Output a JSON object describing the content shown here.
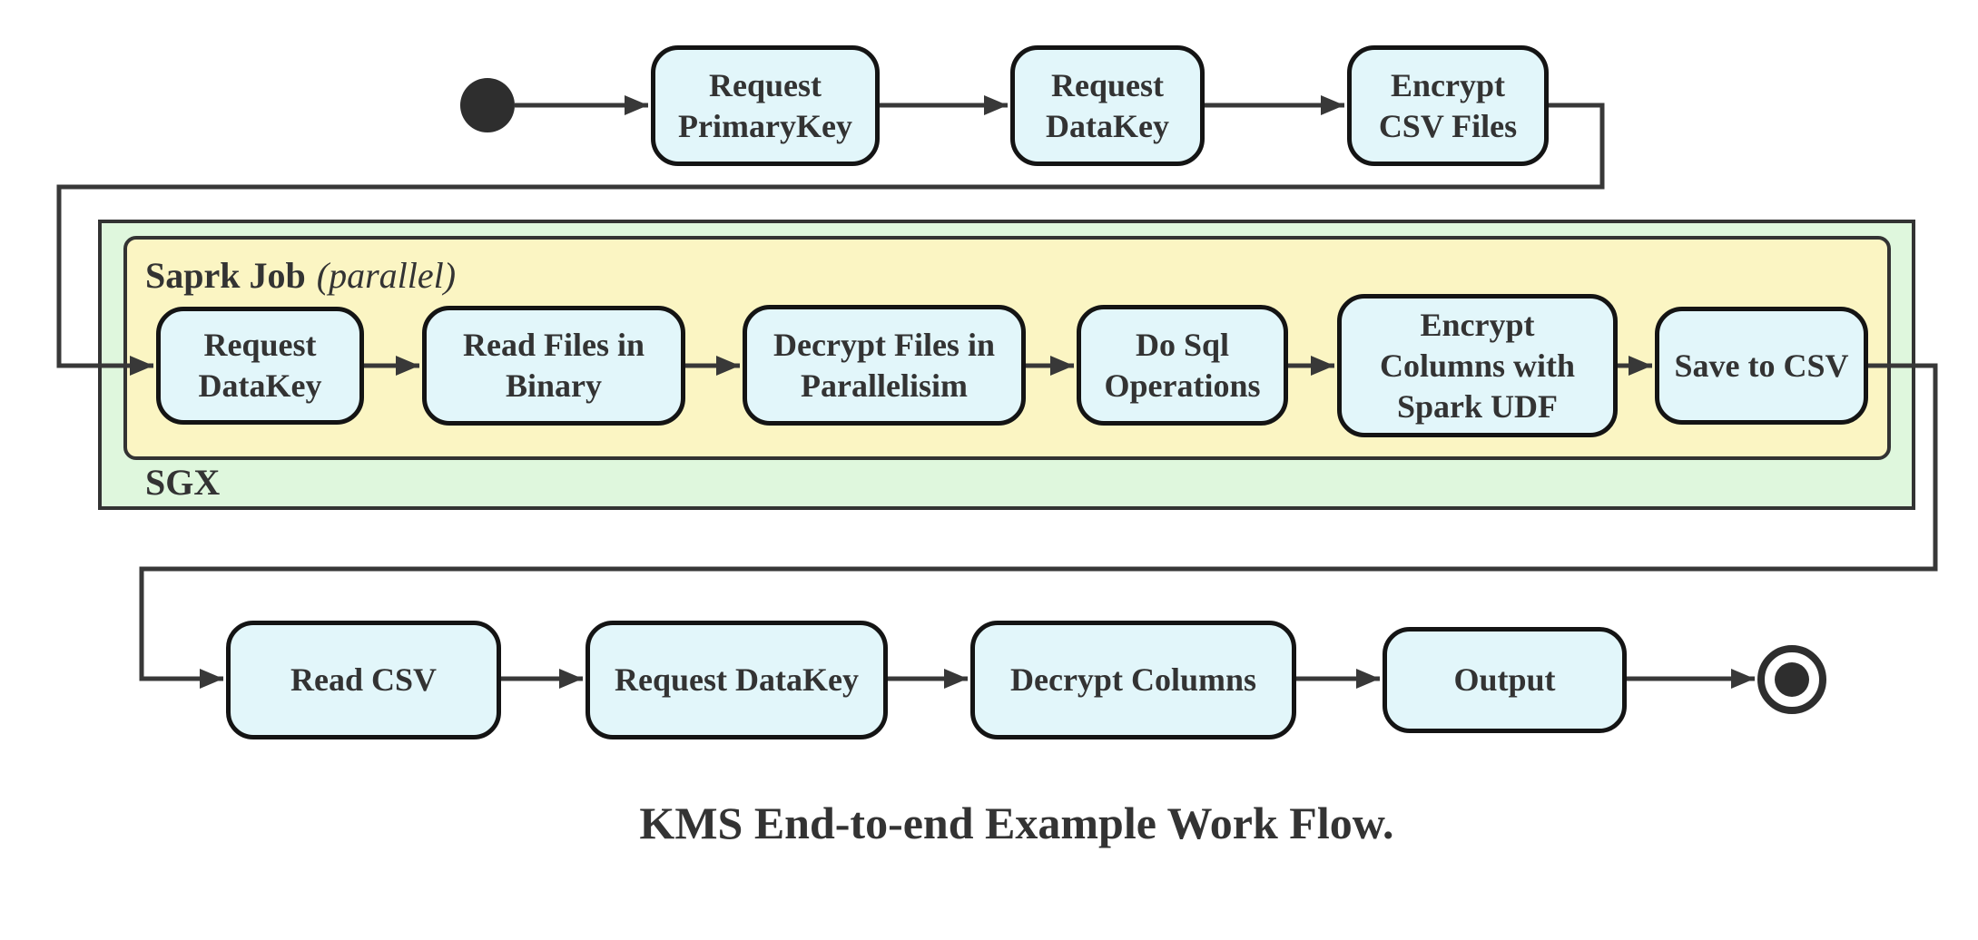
{
  "colors": {
    "canvas-bg": "#ffffff",
    "node-fill": "#e2f6fa",
    "node-border": "#141414",
    "yellow-fill": "#fbf5c3",
    "green-fill": "#dff7dd",
    "container-border": "#333333",
    "edge-color": "#383838",
    "text-color": "#333333",
    "terminal-color": "#2e2e2e"
  },
  "diagram": {
    "caption": "KMS End-to-end Example Work Flow.",
    "containers": {
      "spark_job": {
        "label": "Saprk Job",
        "qualifier": "(parallel)"
      },
      "sgx": {
        "label": "SGX"
      }
    },
    "nodes": {
      "request_primarykey": {
        "label": "Request\nPrimaryKey"
      },
      "request_datakey_top": {
        "label": "Request\nDataKey"
      },
      "encrypt_csv_files": {
        "label": "Encrypt\nCSV Files"
      },
      "request_datakey_sgx": {
        "label": "Request\nDataKey"
      },
      "read_files_in_binary": {
        "label": "Read Files in\nBinary"
      },
      "decrypt_files_in_parallelisim": {
        "label": "Decrypt Files in\nParallelisim"
      },
      "do_sql_operations": {
        "label": "Do Sql\nOperations"
      },
      "encrypt_columns_with_spark_udf": {
        "label": "Encrypt\nColumns with\nSpark UDF"
      },
      "save_to_csv": {
        "label": "Save to CSV"
      },
      "read_csv": {
        "label": "Read CSV"
      },
      "request_datakey_bottom": {
        "label": "Request DataKey"
      },
      "decrypt_columns": {
        "label": "Decrypt Columns"
      },
      "output": {
        "label": "Output"
      }
    },
    "edges": [
      {
        "from": "start",
        "to": "request_primarykey"
      },
      {
        "from": "request_primarykey",
        "to": "request_datakey_top"
      },
      {
        "from": "request_datakey_top",
        "to": "encrypt_csv_files"
      },
      {
        "from": "encrypt_csv_files",
        "to": "request_datakey_sgx"
      },
      {
        "from": "request_datakey_sgx",
        "to": "read_files_in_binary"
      },
      {
        "from": "read_files_in_binary",
        "to": "decrypt_files_in_parallelisim"
      },
      {
        "from": "decrypt_files_in_parallelisim",
        "to": "do_sql_operations"
      },
      {
        "from": "do_sql_operations",
        "to": "encrypt_columns_with_spark_udf"
      },
      {
        "from": "encrypt_columns_with_spark_udf",
        "to": "save_to_csv"
      },
      {
        "from": "save_to_csv",
        "to": "read_csv"
      },
      {
        "from": "read_csv",
        "to": "request_datakey_bottom"
      },
      {
        "from": "request_datakey_bottom",
        "to": "decrypt_columns"
      },
      {
        "from": "decrypt_columns",
        "to": "output"
      },
      {
        "from": "output",
        "to": "end"
      }
    ]
  }
}
